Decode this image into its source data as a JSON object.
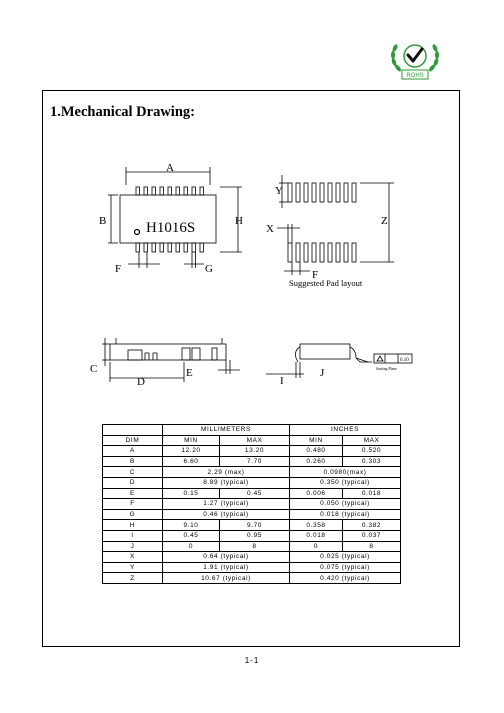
{
  "logo": {
    "text": "ROHS",
    "color": "#2e9a3a"
  },
  "section_title": "1.Mechanical Drawing:",
  "drawing": {
    "part_label": "H1016S",
    "letters": {
      "A": "A",
      "B": "B",
      "H": "H",
      "F": "F",
      "G": "G",
      "X": "X",
      "Y": "Y",
      "Z": "Z",
      "F2": "F",
      "C": "C",
      "D": "D",
      "E": "E",
      "I": "I",
      "J": "J"
    },
    "pad_caption": "Suggested  Pad layout",
    "flatness_note": "Seating Plane",
    "flatness_value": "0.10"
  },
  "table": {
    "group_headers": [
      "MILLIMETERS",
      "INCHES"
    ],
    "column_headers": [
      "DIM",
      "MIN",
      "MAX",
      "MIN",
      "MAX"
    ],
    "rows": [
      {
        "dim": "A",
        "mm": [
          "12.20",
          "13.20"
        ],
        "in": [
          "0.480",
          "0.520"
        ]
      },
      {
        "dim": "B",
        "mm": [
          "6.60",
          "7.70"
        ],
        "in": [
          "0.260",
          "0.303"
        ]
      },
      {
        "dim": "C",
        "mm_merged": "2.29  (max)",
        "in_merged": "0.0980(max)"
      },
      {
        "dim": "D",
        "mm_merged": "8.89  (typical)",
        "in_merged": "0.350  (typical)"
      },
      {
        "dim": "E",
        "mm": [
          "0.15",
          "0.45"
        ],
        "in": [
          "0.006",
          "0.018"
        ]
      },
      {
        "dim": "F",
        "mm_merged": "1.27  (typical)",
        "in_merged": "0.050  (typical)"
      },
      {
        "dim": "G",
        "mm_merged": "0.46  (typical)",
        "in_merged": "0.018  (typical)"
      },
      {
        "dim": "H",
        "mm": [
          "9.10",
          "9.70"
        ],
        "in": [
          "0.358",
          "0.382"
        ]
      },
      {
        "dim": "I",
        "mm": [
          "0.45",
          "0.95"
        ],
        "in": [
          "0.018",
          "0.037"
        ]
      },
      {
        "dim": "J",
        "mm": [
          "0",
          "8"
        ],
        "in": [
          "0",
          "8"
        ]
      },
      {
        "dim": "X",
        "mm_merged": "0.64  (typical)",
        "in_merged": "0.025  (typical)"
      },
      {
        "dim": "Y",
        "mm_merged": "1.91  (typical)",
        "in_merged": "0.075  (typical)"
      },
      {
        "dim": "Z",
        "mm_merged": "10.67  (typical)",
        "in_merged": "0.420  (typical)"
      }
    ]
  },
  "page_number": "1-1"
}
